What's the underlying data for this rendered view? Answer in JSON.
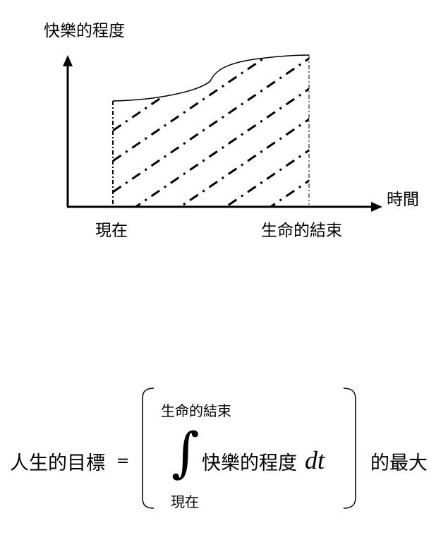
{
  "graph": {
    "y_label": "快樂的程度",
    "x_label": "時間",
    "start_label": "現在",
    "end_label": "生命的結束"
  },
  "formula": {
    "lhs": "人生的目標",
    "equals": "=",
    "upper_limit": "生命的結束",
    "lower_limit": "現在",
    "integral_sign": "∫",
    "integrand": "快樂的程度",
    "differential": "dt",
    "suffix": "的最大"
  }
}
